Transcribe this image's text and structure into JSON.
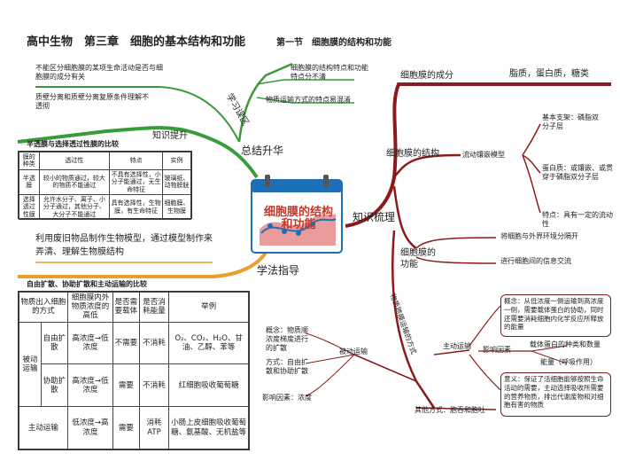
{
  "header": {
    "title": "高中生物　第三章　细胞的基本结构和功能",
    "subtitle": "第一节　细胞膜的结构和功能"
  },
  "center": {
    "label": "细胞膜的结构和功能"
  },
  "branches": {
    "zongjie": "总结升华",
    "zhishi": "知识梳理",
    "xuefa": "学法指导",
    "xuexi": "学习误区",
    "zhishi_tisheng": "知识提升"
  },
  "misconceptions": [
    "不能区分细胞膜的某项生命活动是否与细胞膜的成分有关",
    "质壁分离和质壁分离复原条件理解不透彻",
    "细胞膜的结构特点和功能特点分不清",
    "物质运输方式的特点易混淆"
  ],
  "knowledge_table": {
    "caption": "半透膜与选择透过性膜的比较",
    "headers": [
      "膜的种类",
      "透过性",
      "特点",
      "实例"
    ],
    "rows": [
      [
        "半透膜",
        "较小的物质通过，较大的物质不能通过",
        "不具有选择性，小分子能通过，无生命特征",
        "玻璃纸、动物膀胱"
      ],
      [
        "选择透过性膜",
        "允许水分子、离子、小分子通过，其他分子、大分子不能通过",
        "具有选择性，生物膜，有生命特征",
        "细胞膜、生物膜"
      ]
    ]
  },
  "method_note": "利用废旧物品制作生物模型，通过模型制作来弄清、理解生物膜结构",
  "transport_table": {
    "caption": "自由扩散、协助扩散和主动运输的比较",
    "headers": [
      "物质出入细胞的方式",
      "细胞膜内外物质浓度的高低",
      "是否需要载体",
      "是否消耗能量",
      "举例"
    ],
    "group_label": "被动运输",
    "rows": [
      [
        "自由扩散",
        "高浓度→低浓度",
        "不需要",
        "不消耗",
        "O₂、CO₂、H₂O、甘油、乙醇、苯等"
      ],
      [
        "协助扩散",
        "高浓度→低浓度",
        "需要",
        "不消耗",
        "红细胞吸收葡萄糖"
      ],
      [
        "主动运输",
        "低浓度→高浓度",
        "需要",
        "消耗ATP",
        "小肠上皮细胞吸收葡萄糖、氨基酸、无机盐等"
      ]
    ]
  },
  "right": {
    "composition_label": "细胞膜的成分",
    "composition_value": "脂质，蛋白质，糖类",
    "structure_label": "细胞膜的结构",
    "model_label": "流动镶嵌模型",
    "model_items": [
      "基本支架：磷脂双分子层",
      "蛋白质：或镶嵌、或贯穿于磷脂双分子层",
      "特点：具有一定的流动性"
    ],
    "function_label": "细胞膜的功能",
    "function_items": [
      "将细胞与外界环境分隔开",
      "进行细胞间的信息交流"
    ],
    "transport_label": "物质跨膜运输的方式",
    "active_label": "主动运输",
    "active_concept": "概念：从低浓度一侧运输到高浓度一侧，需要载体蛋白的协助，同时还需要消耗细胞内化学反应所释放的能量",
    "active_factor_label": "影响因素",
    "active_factors": [
      "载体蛋白的种类和数量",
      "能量（呼吸作用）"
    ],
    "active_meaning": "意义：保证了活细胞能够按照生命活动的需要，主动选择吸收所需要的营养物质，排出代谢废物和对细胞有害的物质",
    "passive_label": "被动运输",
    "passive_items": [
      "概念：物质顺浓度梯度进行的扩散",
      "方式：自由扩散和协助扩散",
      "影响因素：浓度"
    ],
    "other_label": "其他方式：胞吞和胞吐"
  },
  "colors": {
    "green": "#3a9b3a",
    "orange": "#e8a02a",
    "darkred": "#8b1a1a",
    "blue": "#1e6fb5"
  }
}
